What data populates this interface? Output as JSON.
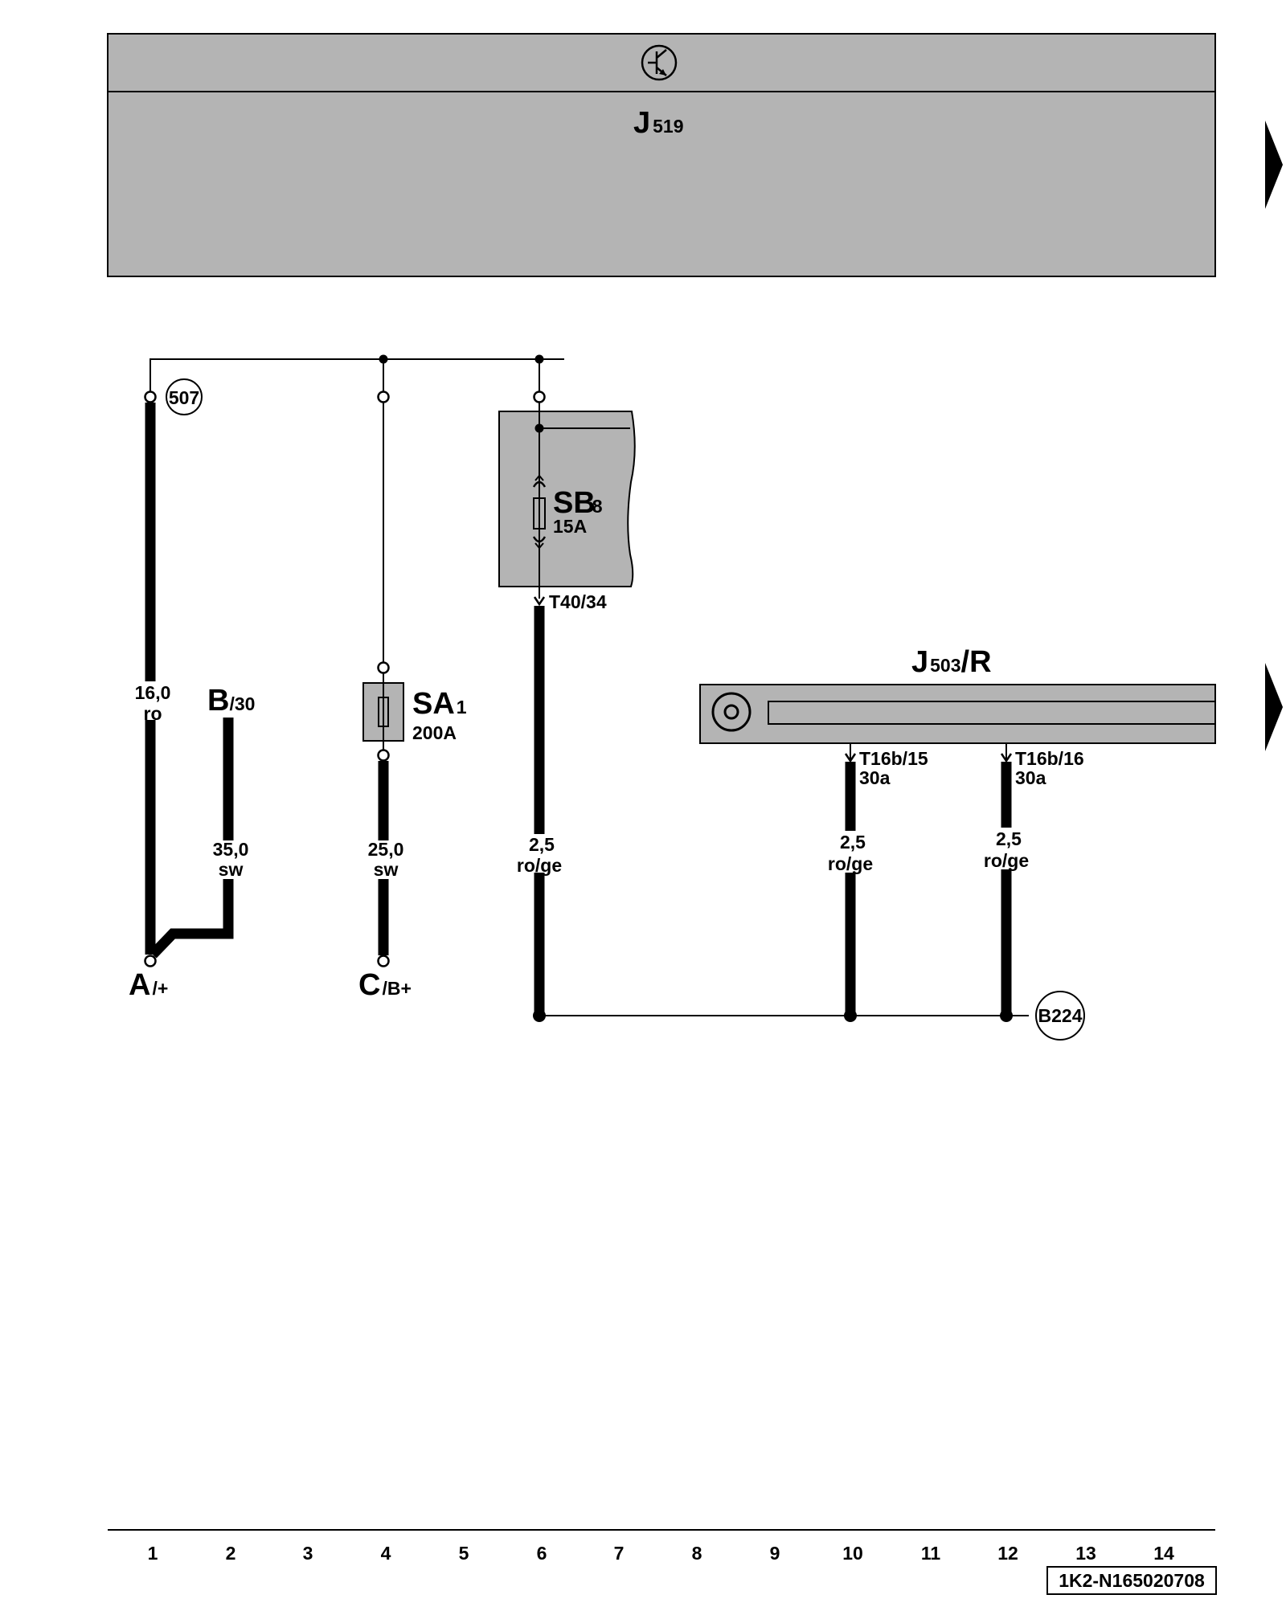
{
  "header": {
    "control_unit_main": "J",
    "control_unit_sub": "519"
  },
  "components": {
    "sb": {
      "main": "SB",
      "sub": "8",
      "rating": "15A"
    },
    "sa": {
      "main": "SA",
      "sub": "1",
      "rating": "200A"
    },
    "j503": {
      "main": "J",
      "sub": "503",
      "suffix": "/R"
    }
  },
  "connectors": {
    "sb_out": "T40/34",
    "j503_pin15": "T16b/15",
    "j503_pin15_term": "30a",
    "j503_pin16": "T16b/16",
    "j503_pin16_term": "30a"
  },
  "bubbles": {
    "top": "507",
    "ground": "B224"
  },
  "wires": [
    {
      "id": "w1",
      "size": "16,0",
      "color": "ro"
    },
    {
      "id": "w2",
      "size": "35,0",
      "color": "sw"
    },
    {
      "id": "w3",
      "size": "25,0",
      "color": "sw"
    },
    {
      "id": "w4",
      "size": "2,5",
      "color": "ro/ge"
    },
    {
      "id": "w5",
      "size": "2,5",
      "color": "ro/ge"
    },
    {
      "id": "w6",
      "size": "2,5",
      "color": "ro/ge"
    }
  ],
  "terminals": {
    "a": {
      "main": "A",
      "sub": "/+"
    },
    "b": {
      "main": "B",
      "sub": "/30"
    },
    "c": {
      "main": "C",
      "sub": "/B+"
    }
  },
  "columns": [
    "1",
    "2",
    "3",
    "4",
    "5",
    "6",
    "7",
    "8",
    "9",
    "10",
    "11",
    "12",
    "13",
    "14"
  ],
  "footer": {
    "doc_id": "1K2-N165020708"
  }
}
